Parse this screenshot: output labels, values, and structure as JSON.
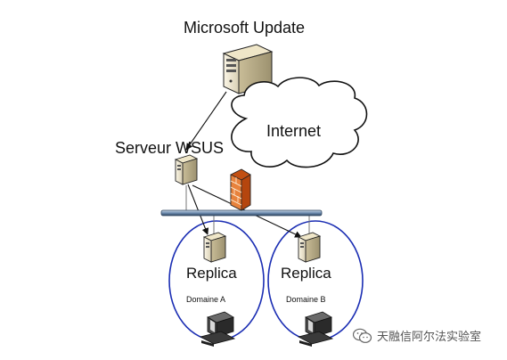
{
  "labels": {
    "microsoft_update": "Microsoft Update",
    "internet": "Internet",
    "wsus_server": "Serveur WSUS",
    "replica_a": "Replica",
    "replica_b": "Replica",
    "domain_a": "Domaine A",
    "domain_b": "Domaine B"
  },
  "watermark": {
    "text": "天融信阿尔法实验室",
    "icon": "wechat-icon"
  },
  "colors": {
    "domain_ellipse": "#1a2db3",
    "network_bus": "#6e8db0",
    "firewall": "#e06a1f"
  },
  "icons": {
    "update_server": "server-icon",
    "wsus_server": "server-icon",
    "replica_servers": "server-icon",
    "client_computers": "computer-icon",
    "firewall": "firewall-icon",
    "cloud": "cloud-icon"
  }
}
